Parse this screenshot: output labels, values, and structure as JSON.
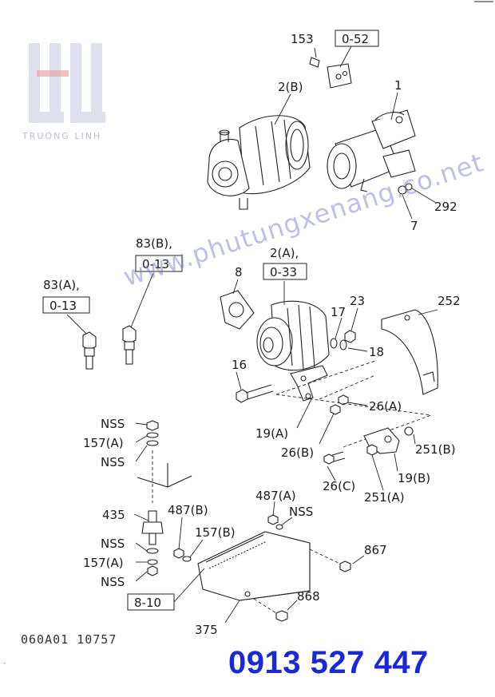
{
  "watermark": {
    "brand": "TRUONG LINH",
    "url": "www.phutungxenang.co.net"
  },
  "phone": "0913 527 447",
  "diagram_code": "060A01 10757",
  "corner_mark": "-",
  "labels": {
    "p153": "153",
    "ref_0_52": "0-52",
    "p2b": "2(B)",
    "p1": "1",
    "p292": "292",
    "p7": "7",
    "p83b": "83(B),",
    "ref_0_13_b": "0-13",
    "p83a": "83(A),",
    "ref_0_13_a": "0-13",
    "p8": "8",
    "p2a": "2(A),",
    "ref_0_33": "0-33",
    "p17": "17",
    "p23": "23",
    "p18": "18",
    "p252": "252",
    "p16": "16",
    "p26a": "26(A)",
    "p19a": "19(A)",
    "p26b": "26(B)",
    "p251b": "251(B)",
    "p19b": "19(B)",
    "p26c": "26(C)",
    "p251a": "251(A)",
    "nss1": "NSS",
    "p157a_top": "157(A)",
    "nss2": "NSS",
    "p435": "435",
    "p487b": "487(B)",
    "p487a": "487(A)",
    "nss3": "NSS",
    "p157b": "157(B)",
    "p867": "867",
    "nss4": "NSS",
    "p157a_bot": "157(A)",
    "nss5": "NSS",
    "ref_8_10": "8-10",
    "p868": "868",
    "p375": "375"
  }
}
